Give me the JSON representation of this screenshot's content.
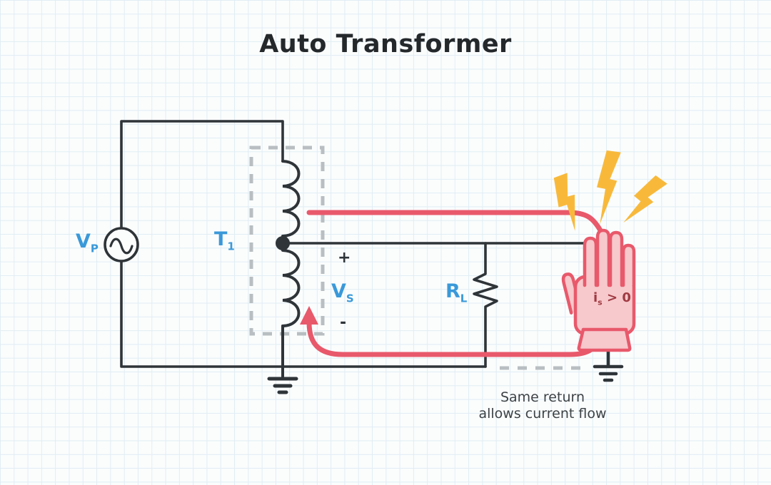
{
  "title": "Auto Transformer",
  "diagram": {
    "labels": {
      "vp": {
        "main": "V",
        "sub": "P"
      },
      "t1": {
        "main": "T",
        "sub": "1"
      },
      "vs": {
        "main": "V",
        "sub": "S"
      },
      "plus": "+",
      "minus": "-",
      "rl": {
        "main": "R",
        "sub": "L"
      },
      "is": {
        "main": "i",
        "sub": "s",
        "rest": " > 0"
      }
    },
    "caption": {
      "line1": "Same return",
      "line2": "allows current flow"
    }
  },
  "colors": {
    "background": "#fbfdfd",
    "grid_line": "#e0edf4",
    "wire_dark": "#2e3438",
    "label_blue": "#3a99d9",
    "current_red": "#e8596b",
    "hand_fill": "#f7c9cc",
    "hand_text_red": "#a03a42",
    "lightning_yellow": "#f8b93b",
    "dashed_gray": "#b8bec1",
    "title_dark": "#24282b"
  }
}
